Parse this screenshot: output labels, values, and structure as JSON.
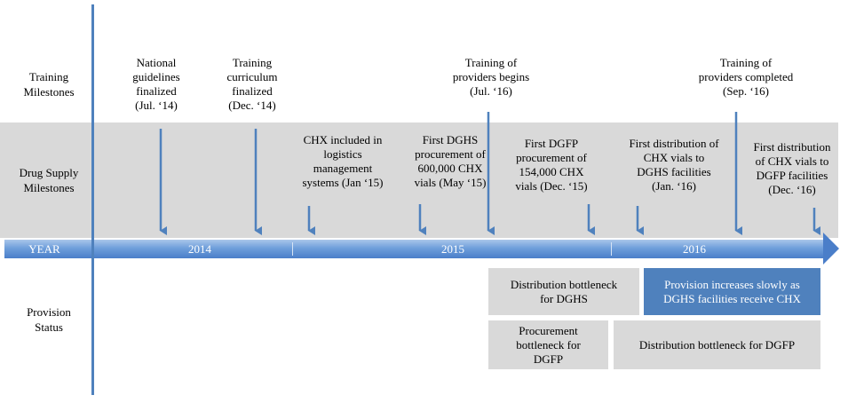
{
  "row_labels": {
    "training": "Training\nMilestones",
    "drug_supply": "Drug Supply\nMilestones",
    "year": "YEAR",
    "provision": "Provision\nStatus"
  },
  "years": [
    "2014",
    "2015",
    "2016"
  ],
  "training_milestones": [
    "National\nguidelines\nfinalized\n(Jul. ‘14)",
    "Training\ncurriculum\nfinalized\n(Dec. ‘14)",
    "Training of\nproviders begins\n(Jul. ‘16)",
    "Training of\nproviders completed\n(Sep. ‘16)"
  ],
  "drug_supply_milestones": [
    "CHX included in\nlogistics\nmanagement\nsystems (Jan ‘15)",
    "First DGHS\nprocurement of\n600,000  CHX\nvials (May ‘15)",
    "First DGFP\nprocurement of\n154,000 CHX\nvials (Dec. ‘15)",
    "First distribution  of\nCHX vials to\nDGHS facilities\n(Jan. ‘16)",
    "First distribution\nof CHX vials to\nDGFP facilities\n(Dec. ‘16)"
  ],
  "provision_status": [
    "Distribution bottleneck\nfor DGHS",
    "Provision increases slowly as\nDGHS facilities receive CHX",
    "Procurement\nbottleneck for\nDGFP",
    "Distribution bottleneck for DGFP"
  ],
  "colors": {
    "accent_blue": "#4f81bd",
    "gray_band": "#d9d9d9",
    "year_bar": "#6f9fdb"
  }
}
